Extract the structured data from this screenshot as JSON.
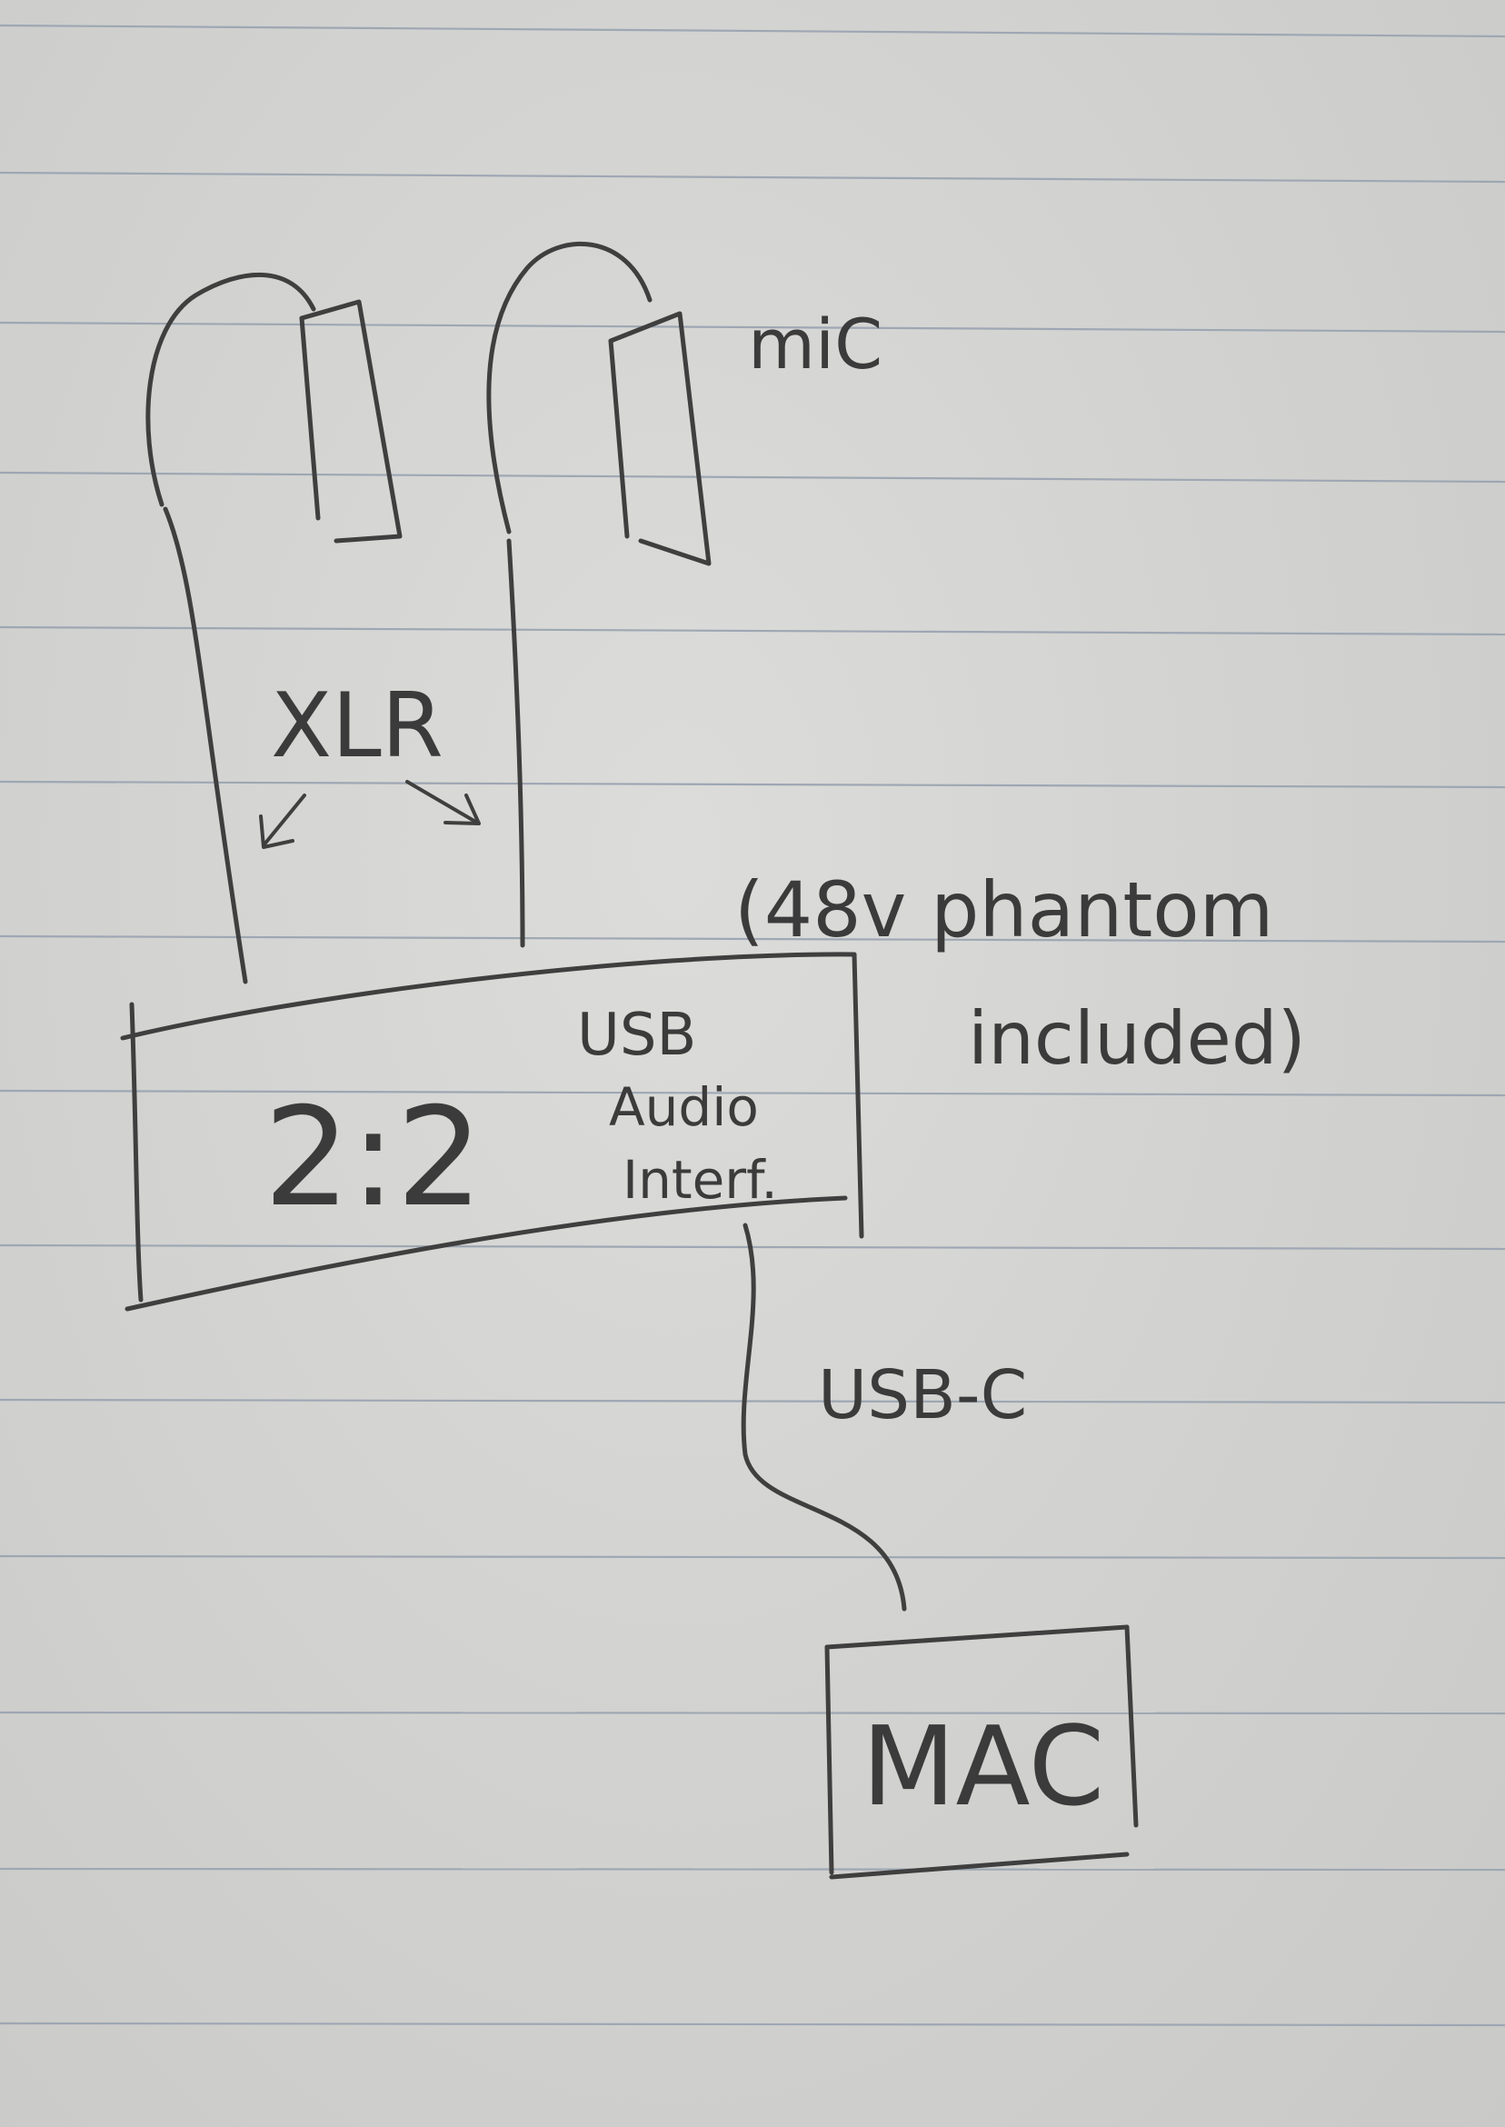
{
  "labels": {
    "mic": "miC",
    "xlr": "XLR",
    "phantom_line1": "(48v phantom",
    "phantom_line2": "included)",
    "interface_ratio": "2:2",
    "interface_line1": "USB",
    "interface_line2": "Audio",
    "interface_line3": "Interf.",
    "usb_c": "USB-C",
    "mac": "MAC"
  }
}
